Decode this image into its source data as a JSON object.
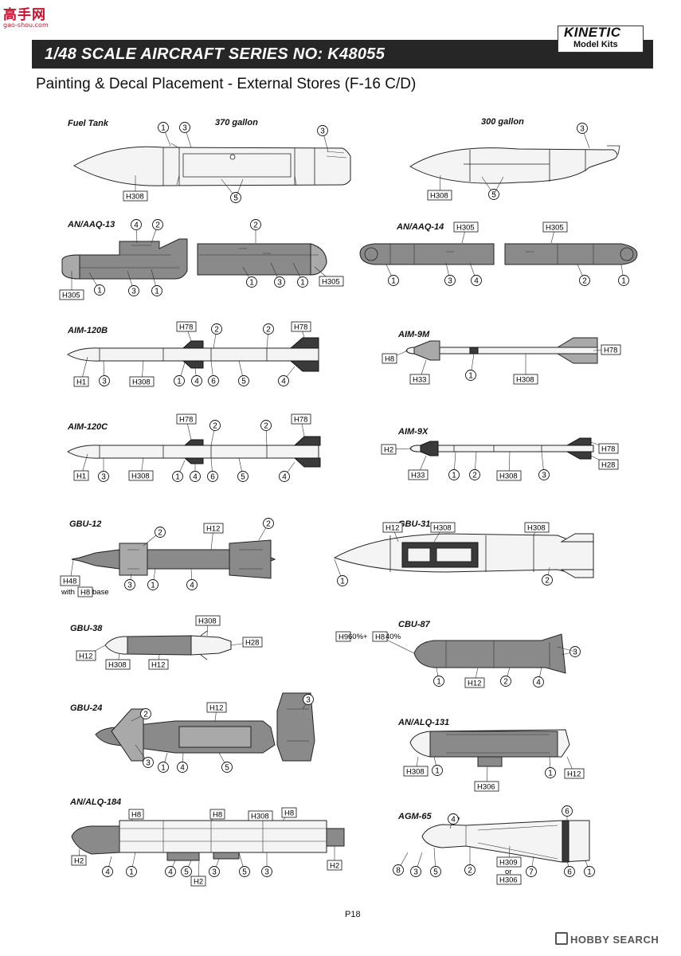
{
  "watermark": {
    "logo": "高手网",
    "url": "gao-shou.com"
  },
  "header": {
    "title": "1/48 SCALE AIRCRAFT SERIES NO: K48055",
    "brand": "KINETIC",
    "brand_sub": "Model Kits"
  },
  "subtitle": "Painting & Decal Placement - External Stores (F-16 C/D)",
  "page": "P18",
  "footer_watermark": "HOBBY SEARCH",
  "sections": {
    "fuel_tank": "Fuel Tank",
    "g370": "370 gallon",
    "g300": "300 gallon",
    "aaq13": "AN/AAQ-13",
    "aaq14": "AN/AAQ-14",
    "aim120b": "AIM-120B",
    "aim9m": "AIM-9M",
    "aim120c": "AIM-120C",
    "aim9x": "AIM-9X",
    "gbu12": "GBU-12",
    "gbu31": "GBU-31",
    "gbu38": "GBU-38",
    "cbu87": "CBU-87",
    "gbu24": "GBU-24",
    "alq131": "AN/ALQ-131",
    "alq184": "AN/ALQ-184",
    "agm65": "AGM-65"
  },
  "notes": {
    "with": "with",
    "base": "base",
    "pct60": "60%+",
    "pct40": "40%",
    "or": "or",
    "star": "*"
  },
  "colors": {
    "H1": "H1",
    "H2": "H2",
    "H8": "H8",
    "H9": "H9",
    "H12": "H12",
    "H28": "H28",
    "H33": "H33",
    "H48": "H48",
    "H78": "H78",
    "H305": "H305",
    "H306": "H306",
    "H308": "H308",
    "H309": "H309"
  },
  "num": {
    "n1": "1",
    "n2": "2",
    "n3": "3",
    "n4": "4",
    "n5": "5",
    "n6": "6",
    "n7": "7",
    "n8": "8"
  }
}
